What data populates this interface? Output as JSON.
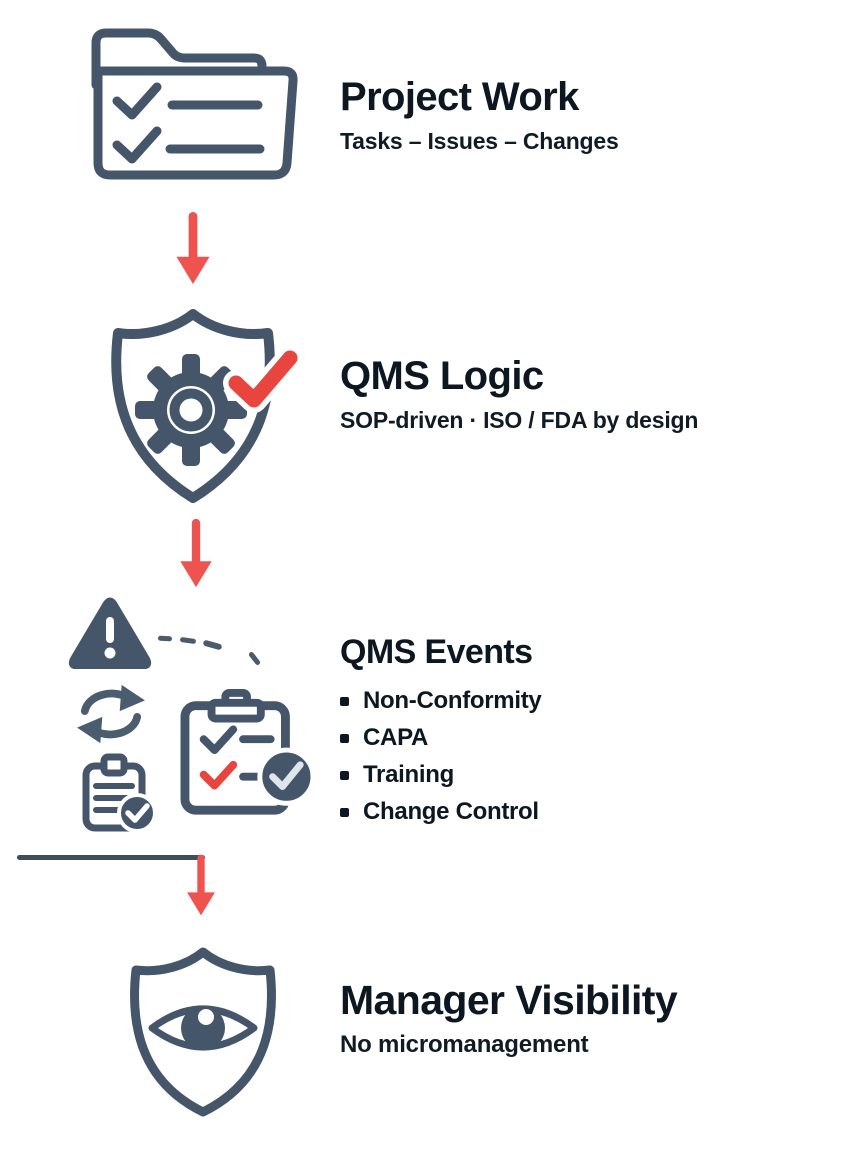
{
  "diagram": {
    "type": "vertical-flow-infographic",
    "colors": {
      "icon_slate": "#45566b",
      "accent_red": "#ee4b44",
      "text_dark": "#0d1721",
      "background": "#ffffff"
    },
    "steps": [
      {
        "title": "Project Work",
        "subtitle": "Tasks – Issues – Changes",
        "icon": "folder-checklist-icon"
      },
      {
        "title": "QMS Logic",
        "subtitle": "SOP-driven · ISO / FDA by design",
        "icon": "shield-gear-check-icon"
      },
      {
        "title": "QMS Events",
        "bullets": [
          "Non-Conformity",
          "CAPA",
          "Training",
          "Change Control"
        ],
        "icons": [
          "warning-triangle-icon",
          "sync-arrows-icon",
          "clipboard-check-badge-icon",
          "clipboard-checklist-badge-icon",
          "dashed-path"
        ]
      },
      {
        "title": "Manager Visibility",
        "subtitle": "No micromanagement",
        "icon": "shield-eye-icon"
      }
    ],
    "connectors": [
      {
        "name": "flow-arrow-1",
        "direction": "down",
        "color": "#ef5350"
      },
      {
        "name": "flow-arrow-2",
        "direction": "down",
        "color": "#ef5350"
      },
      {
        "name": "flow-arrow-3",
        "direction": "down",
        "color": "#ef5350"
      }
    ]
  }
}
